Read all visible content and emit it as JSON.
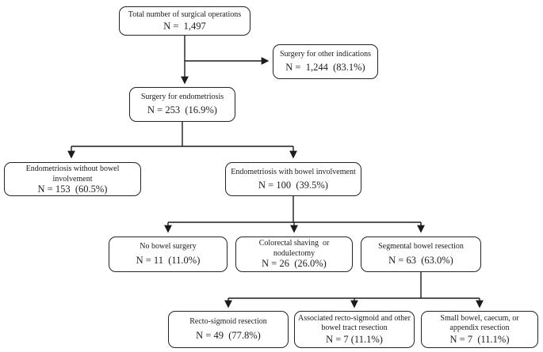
{
  "colors": {
    "background": "#ffffff",
    "line": "#1c1c1c",
    "text": "#1c1c1c"
  },
  "nodes": {
    "total": {
      "label": "Total number of surgical operations",
      "value": "N =  1,497"
    },
    "other_indications": {
      "label": "Surgery for other indications",
      "value": "N =  1,244  (83.1%)"
    },
    "endometriosis": {
      "label": "Surgery for endometriosis",
      "value": "N = 253  (16.9%)"
    },
    "without_bowel": {
      "label": "Endometriosis without bowel involvement",
      "value": "N = 153  (60.5%)"
    },
    "with_bowel": {
      "label": "Endometriosis with bowel involvement",
      "value": "N = 100  (39.5%)"
    },
    "no_bowel_surgery": {
      "label": "No bowel surgery",
      "value": "N = 11  (11.0%)"
    },
    "shaving": {
      "label": "Colorectal shaving  or nodulectomy",
      "value": "N = 26  (26.0%)"
    },
    "segmental": {
      "label": "Segmental bowel resection",
      "value": "N = 63  (63.0%)"
    },
    "recto_sigmoid": {
      "label": "Recto-sigmoid resection",
      "value": "N = 49  (77.8%)"
    },
    "associated": {
      "label": "Associated recto-sigmoid and other bowel tract resection",
      "value": "N = 7 (11.1%)"
    },
    "small_bowel": {
      "label": "Small bowel, caecum, or appendix resection",
      "value": "N = 7  (11.1%)"
    }
  },
  "edges": [
    {
      "from": "total",
      "to": "other_indications"
    },
    {
      "from": "total",
      "to": "endometriosis"
    },
    {
      "from": "endometriosis",
      "to": "without_bowel"
    },
    {
      "from": "endometriosis",
      "to": "with_bowel"
    },
    {
      "from": "with_bowel",
      "to": "no_bowel_surgery"
    },
    {
      "from": "with_bowel",
      "to": "shaving"
    },
    {
      "from": "with_bowel",
      "to": "segmental"
    },
    {
      "from": "segmental",
      "to": "recto_sigmoid"
    },
    {
      "from": "segmental",
      "to": "associated"
    },
    {
      "from": "segmental",
      "to": "small_bowel"
    }
  ]
}
